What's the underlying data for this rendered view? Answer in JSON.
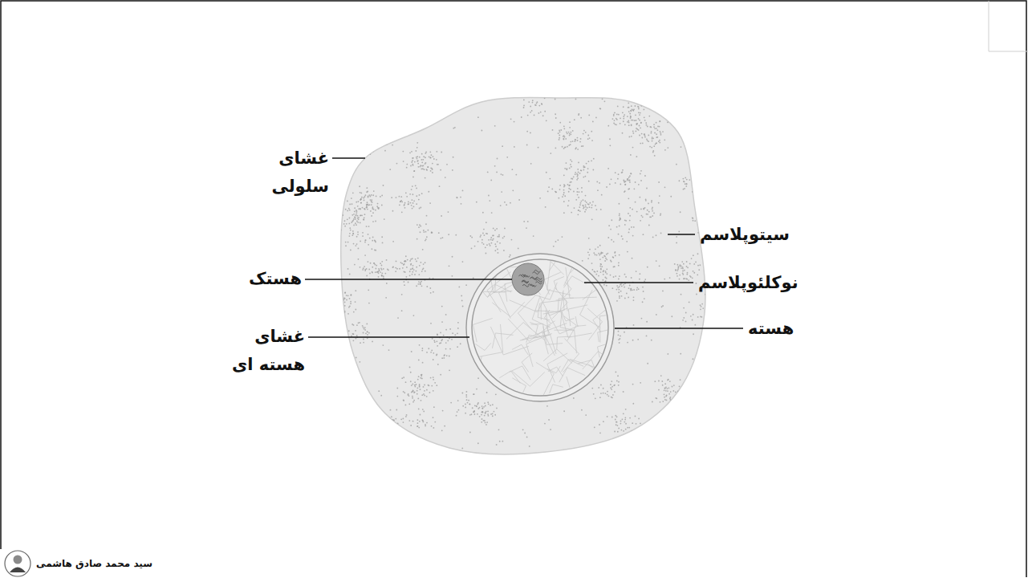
{
  "diagram": {
    "labels": [
      "غشای سلولی",
      "سیتوپلاسم",
      "هستک",
      "نوکلئوپلاسم",
      "هسته",
      "غشای هسته ای",
      "سید محمد صادق هاشمی"
    ]
  }
}
